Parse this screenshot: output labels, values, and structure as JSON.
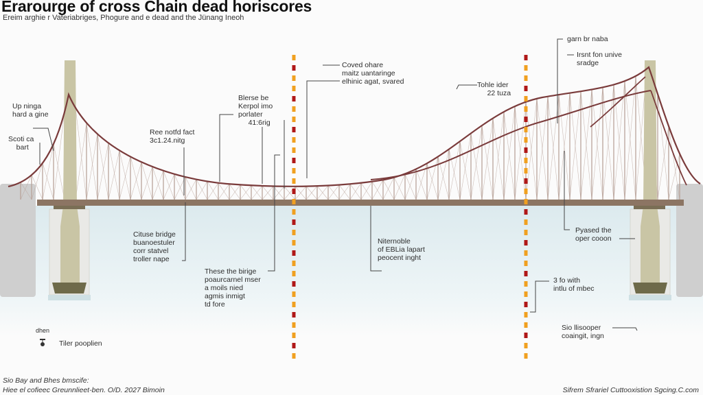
{
  "header": {
    "title": "Erarourge of cross Chain dead horiscores",
    "subtitle": "Ereim arghie r Vateriabriges, Phogure and e dead and the Jünang Ineoh"
  },
  "labels": {
    "up_ninga": "Up ninga\nhard a gine",
    "scoti": "Scoti ca\n    bart",
    "ree_notfd": "Ree notfd fact\n3c1.24.nitg",
    "blerse": "Blerse be\nKerpol imo\nporlater\n     41:6rig",
    "coved": "Coved ohare\nmaitz uantaringe\nelhinic agat, svared",
    "tohle": "Tohle ider\n     22 tuza",
    "garn": "garn br naba",
    "irsnt": "Irsnt fon unive\nsradge",
    "cituse": "Cituse bridge\nbuanoestuler\ncorr statvel\ntroller nape",
    "these": "These the birige\npoaurcarnel mser\na moils nied\nagmis inmigt\ntd fore",
    "niternoble": "Niternoble\nof EBLia lapart\npeocent inght",
    "pyased": "Pyased the\noper cooon",
    "three_fo": "3 fo with\nintlu of mbec",
    "sio_lisooper": "Sio llisooper\ncoaingit, ingn"
  },
  "legend": {
    "header": "dhen",
    "item": "Tiler pooplien"
  },
  "footer": {
    "left_line1": "Sio Bay and Bhes bmscife:",
    "left_line2": "Hiee el cofieec Greunnlieet-ben. O/D. 2027 Bimoin",
    "right": "Sifrem Sfrariel Cuttooxistion Sgcing.C.com"
  },
  "colors": {
    "cable": "#7a3b3b",
    "deck": "#8c7563",
    "tower": "#c9c5a5",
    "truss": "#b9a39a",
    "water": "#e4f0f3",
    "marker_orange": "#f0a020",
    "marker_red": "#b01818"
  }
}
